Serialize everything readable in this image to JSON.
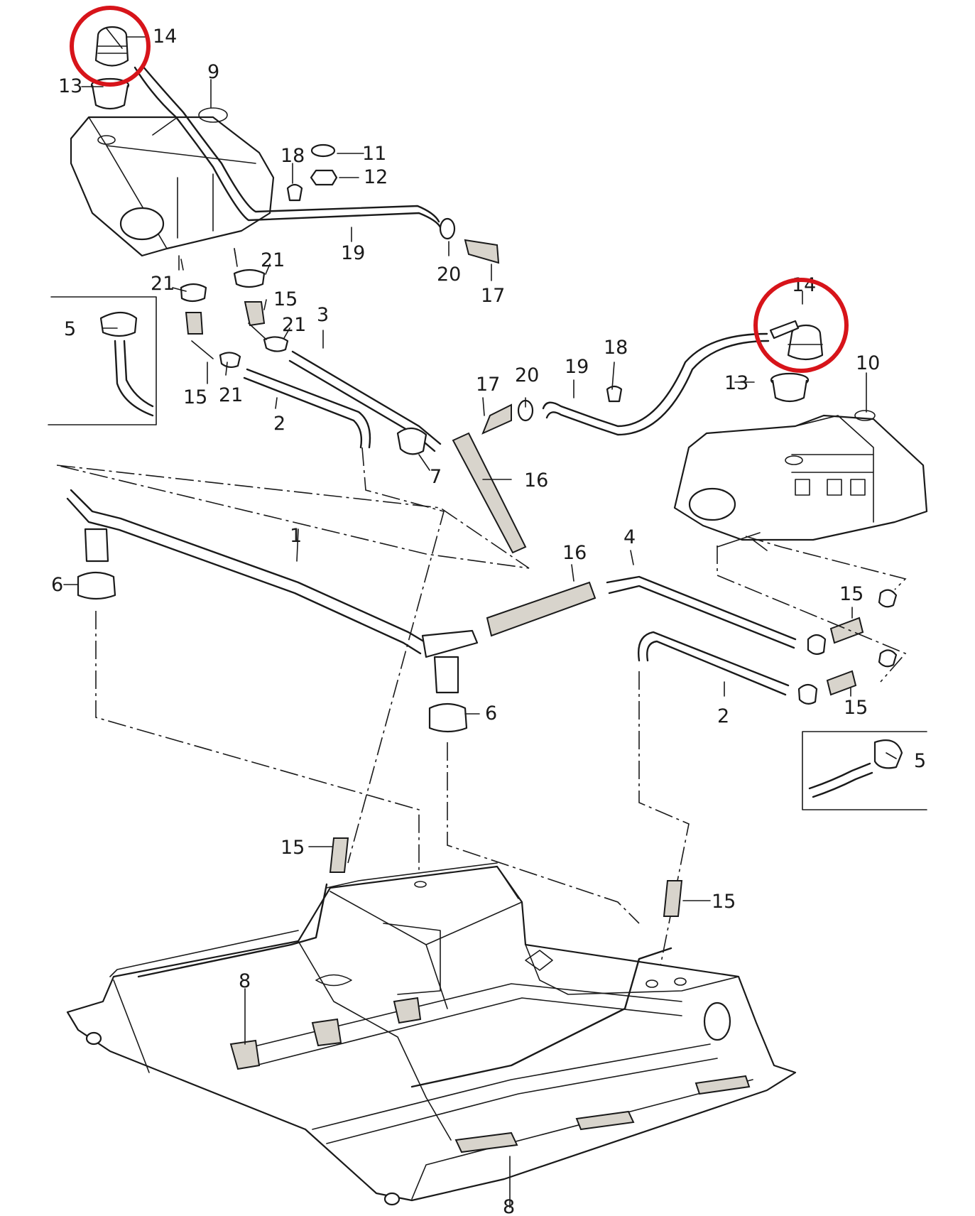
{
  "diagram": {
    "callouts": {
      "c1": "1",
      "c2a": "2",
      "c2b": "2",
      "c3": "3",
      "c4": "4",
      "c5a": "5",
      "c5b": "5",
      "c6a": "6",
      "c6b": "6",
      "c7": "7",
      "c8a": "8",
      "c8b": "8",
      "c9": "9",
      "c10": "10",
      "c11": "11",
      "c12": "12",
      "c13a": "13",
      "c13b": "13",
      "c14a": "14",
      "c14b": "14",
      "c15a": "15",
      "c15b": "15",
      "c15c": "15",
      "c15d": "15",
      "c15e": "15",
      "c15f": "15",
      "c16a": "16",
      "c16b": "16",
      "c17a": "17",
      "c17b": "17",
      "c18a": "18",
      "c18b": "18",
      "c19a": "19",
      "c19b": "19",
      "c20a": "20",
      "c20b": "20",
      "c21a": "21",
      "c21b": "21",
      "c21c": "21",
      "c21d": "21"
    },
    "highlight_color": "#d7141a",
    "line_color": "#1a1a1a"
  }
}
